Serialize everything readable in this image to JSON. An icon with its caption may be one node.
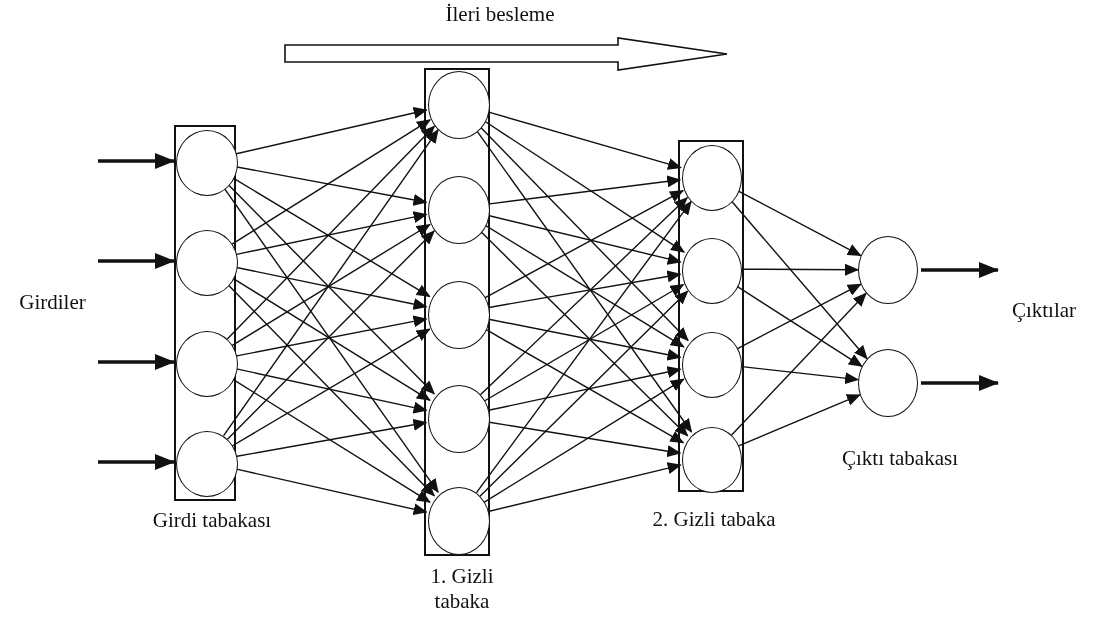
{
  "diagram": {
    "nodes": [
      {
        "text": [
          "Girdi tabakası"
        ]
      },
      {
        "text": [],
        "shape": "circle",
        "in": 0
      },
      {
        "text": [],
        "shape": "circle",
        "in": 0
      },
      {
        "text": [],
        "shape": "circle",
        "in": 0
      },
      {
        "text": [],
        "shape": "circle",
        "in": 0
      },
      {
        "text": [
          "1. Gizli tabaka"
        ]
      },
      {
        "text": [],
        "shape": "circle",
        "in": 5
      },
      {
        "text": [],
        "shape": "circle",
        "in": 5
      },
      {
        "text": [],
        "shape": "circle",
        "in": 5
      },
      {
        "text": [],
        "shape": "circle",
        "in": 5
      },
      {
        "text": [],
        "shape": "circle",
        "in": 5
      },
      {
        "text": [
          "2. Gizli tabaka"
        ]
      },
      {
        "text": [],
        "shape": "circle",
        "in": 11
      },
      {
        "text": [],
        "shape": "circle",
        "in": 11
      },
      {
        "text": [],
        "shape": "circle",
        "in": 11
      },
      {
        "text": [],
        "shape": "circle",
        "in": 11
      },
      {
        "text": [],
        "shape": "circle"
      },
      {
        "text": [],
        "shape": "circle"
      }
    ],
    "edges": [
      {
        "from": null,
        "to": 1,
        "arrow": "to",
        "style": "thick"
      },
      {
        "from": null,
        "to": 2,
        "arrow": "to",
        "style": "thick"
      },
      {
        "from": null,
        "to": 3,
        "arrow": "to",
        "style": "thick"
      },
      {
        "from": null,
        "to": 4,
        "arrow": "to",
        "style": "thick"
      },
      {
        "from": 1,
        "to": 6,
        "arrow": "to"
      },
      {
        "from": 1,
        "to": 7,
        "arrow": "to"
      },
      {
        "from": 1,
        "to": 8,
        "arrow": "to"
      },
      {
        "from": 1,
        "to": 9,
        "arrow": "to"
      },
      {
        "from": 1,
        "to": 10,
        "arrow": "to"
      },
      {
        "from": 2,
        "to": 6,
        "arrow": "to"
      },
      {
        "from": 2,
        "to": 7,
        "arrow": "to"
      },
      {
        "from": 2,
        "to": 8,
        "arrow": "to"
      },
      {
        "from": 2,
        "to": 9,
        "arrow": "to"
      },
      {
        "from": 2,
        "to": 10,
        "arrow": "to"
      },
      {
        "from": 3,
        "to": 6,
        "arrow": "to"
      },
      {
        "from": 3,
        "to": 7,
        "arrow": "to"
      },
      {
        "from": 3,
        "to": 8,
        "arrow": "to"
      },
      {
        "from": 3,
        "to": 9,
        "arrow": "to"
      },
      {
        "from": 3,
        "to": 10,
        "arrow": "to"
      },
      {
        "from": 4,
        "to": 6,
        "arrow": "to"
      },
      {
        "from": 4,
        "to": 7,
        "arrow": "to"
      },
      {
        "from": 4,
        "to": 8,
        "arrow": "to"
      },
      {
        "from": 4,
        "to": 9,
        "arrow": "to"
      },
      {
        "from": 4,
        "to": 10,
        "arrow": "to"
      },
      {
        "from": 6,
        "to": 12,
        "arrow": "to"
      },
      {
        "from": 6,
        "to": 13,
        "arrow": "to"
      },
      {
        "from": 6,
        "to": 14,
        "arrow": "to"
      },
      {
        "from": 6,
        "to": 15,
        "arrow": "to"
      },
      {
        "from": 7,
        "to": 12,
        "arrow": "to"
      },
      {
        "from": 7,
        "to": 13,
        "arrow": "to"
      },
      {
        "from": 7,
        "to": 14,
        "arrow": "to"
      },
      {
        "from": 7,
        "to": 15,
        "arrow": "to"
      },
      {
        "from": 8,
        "to": 12,
        "arrow": "to"
      },
      {
        "from": 8,
        "to": 13,
        "arrow": "to"
      },
      {
        "from": 8,
        "to": 14,
        "arrow": "to"
      },
      {
        "from": 8,
        "to": 15,
        "arrow": "to"
      },
      {
        "from": 9,
        "to": 12,
        "arrow": "to"
      },
      {
        "from": 9,
        "to": 13,
        "arrow": "to"
      },
      {
        "from": 9,
        "to": 14,
        "arrow": "to"
      },
      {
        "from": 9,
        "to": 15,
        "arrow": "to"
      },
      {
        "from": 10,
        "to": 12,
        "arrow": "to"
      },
      {
        "from": 10,
        "to": 13,
        "arrow": "to"
      },
      {
        "from": 10,
        "to": 14,
        "arrow": "to"
      },
      {
        "from": 10,
        "to": 15,
        "arrow": "to"
      },
      {
        "from": 12,
        "to": 16,
        "arrow": "to"
      },
      {
        "from": 12,
        "to": 17,
        "arrow": "to"
      },
      {
        "from": 13,
        "to": 16,
        "arrow": "to"
      },
      {
        "from": 13,
        "to": 17,
        "arrow": "to"
      },
      {
        "from": 14,
        "to": 16,
        "arrow": "to"
      },
      {
        "from": 14,
        "to": 17,
        "arrow": "to"
      },
      {
        "from": 15,
        "to": 16,
        "arrow": "to"
      },
      {
        "from": 15,
        "to": 17,
        "arrow": "to"
      },
      {
        "from": 16,
        "to": null,
        "arrow": "to",
        "style": "thick"
      },
      {
        "from": 17,
        "to": null,
        "arrow": "to",
        "style": "thick"
      }
    ],
    "labels": [
      "İleri besleme",
      "Girdiler",
      "Çıktılar",
      "Çıktı tabakası"
    ]
  }
}
